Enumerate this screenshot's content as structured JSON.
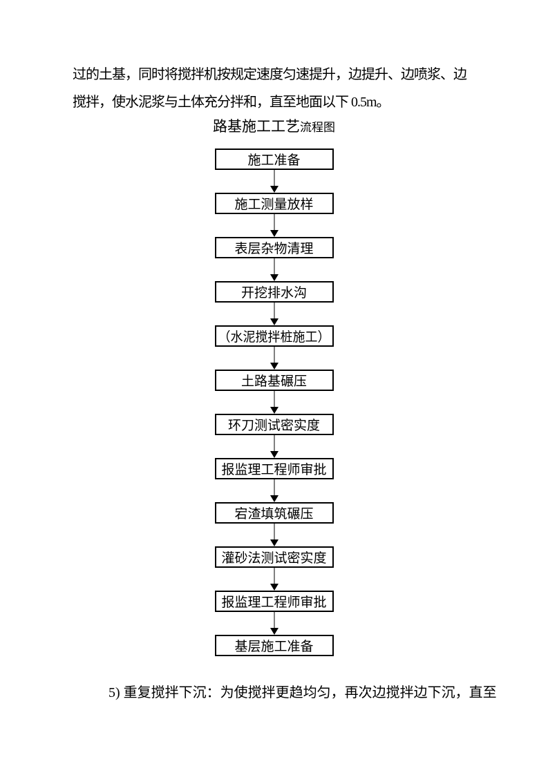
{
  "document": {
    "paragraph_top": {
      "lines": [
        "过的土基，同时将搅拌机按规定速度匀速提升，边提升、边喷浆、边",
        "搅拌，使水泥浆与土体充分拌和，直至地面以下 0.5m。"
      ]
    },
    "figure_title": {
      "main": "路基施工工艺",
      "suffix": "流程图"
    },
    "flowchart": {
      "steps": [
        "施工准备",
        "施工测量放样",
        "表层杂物清理",
        "开挖排水沟",
        "（水泥搅拌桩施工）",
        "土路基碾压",
        "环刀测试密实度",
        "报监理工程师审批",
        "宕渣填筑碾压",
        "灌砂法测试密实度",
        "报监理工程师审批",
        "基层施工准备"
      ]
    },
    "paragraph_bottom": "5) 重复搅拌下沉：为使搅拌更趋均匀，再次边搅拌边下沉，直至"
  },
  "theme": {
    "text_color": "#000000",
    "box_border_color": "#000000",
    "arrow_stem_color": "#808080",
    "arrow_head_color": "#000000",
    "page_background": "#ffffff"
  }
}
